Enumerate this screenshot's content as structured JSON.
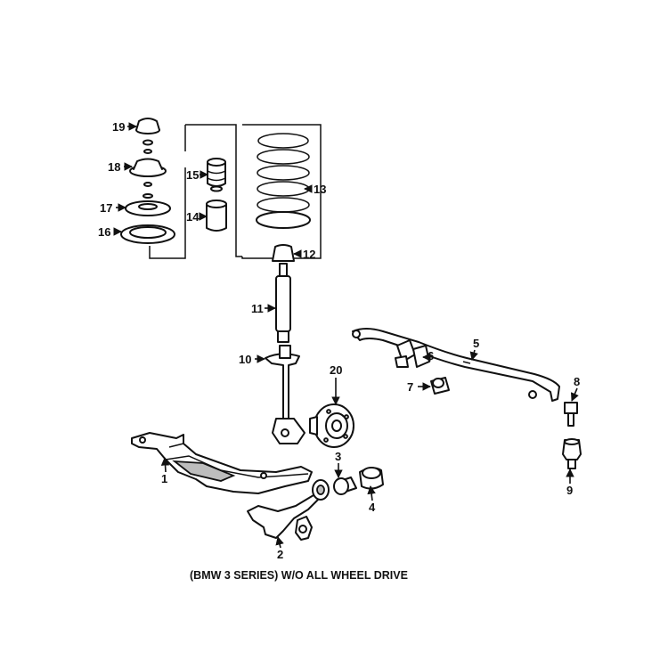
{
  "caption": "(BMW 3 SERIES) W/O ALL WHEEL DRIVE",
  "callouts": {
    "n1": "1",
    "n2": "2",
    "n3": "3",
    "n4": "4",
    "n5": "5",
    "n6": "6",
    "n7": "7",
    "n8": "8",
    "n9": "9",
    "n10": "10",
    "n11": "11",
    "n12": "12",
    "n13": "13",
    "n14": "14",
    "n15": "15",
    "n16": "16",
    "n17": "17",
    "n18": "18",
    "n19": "19",
    "n20": "20"
  }
}
